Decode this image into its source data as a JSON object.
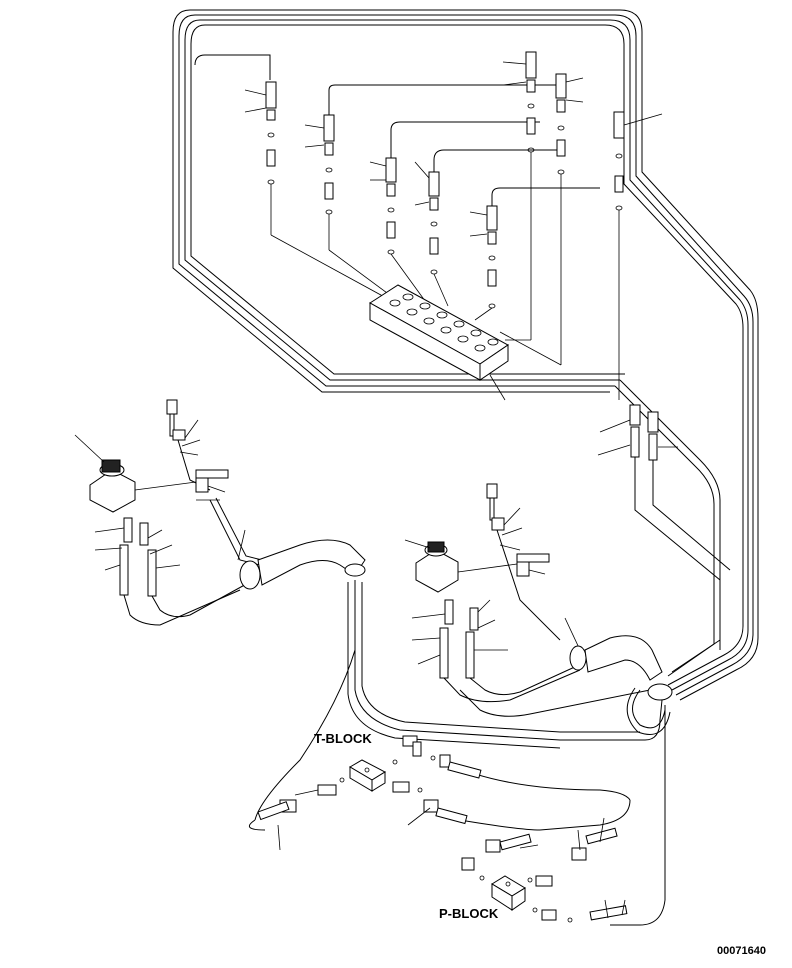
{
  "diagram": {
    "labels": {
      "t_block": "T-BLOCK",
      "p_block": "P-BLOCK",
      "drawing_number": "00071640"
    },
    "colors": {
      "line": "#000000",
      "background": "#ffffff"
    },
    "icons": [
      "hose-icon",
      "fitting-icon",
      "o-ring-icon",
      "bolt-icon",
      "pilot-valve-icon",
      "block-icon",
      "grommet-icon"
    ]
  }
}
